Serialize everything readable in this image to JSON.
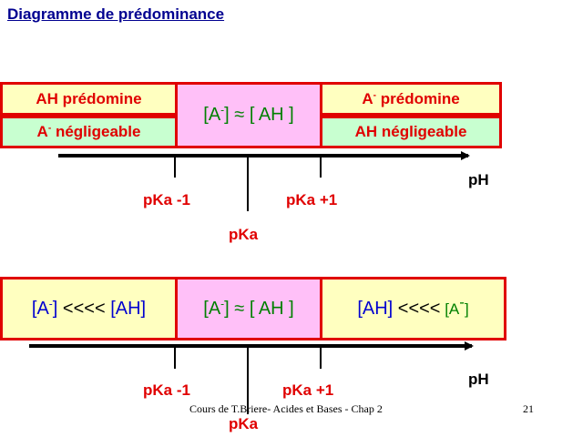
{
  "title": "Diagramme de prédominance",
  "diagram1": {
    "left_top": "AH prédomine",
    "left_bottom_prefix": "A",
    "left_bottom_sup": "-",
    "left_bottom_suffix": " négligeable",
    "center_left": "[A",
    "center_sup": "-",
    "center_right": "] ≈ [ AH ]",
    "right_top_prefix": "A",
    "right_top_sup": "-",
    "right_top_suffix": " prédomine",
    "right_bottom": "AH négligeable",
    "tick_left": "pKa -1",
    "tick_center": "pKa",
    "tick_right": "pKa +1",
    "axis": "pH"
  },
  "diagram2": {
    "left_a": "[A",
    "left_sup": "-",
    "left_b": "] ",
    "left_c": "<<<<",
    "left_d": " [AH]",
    "center_left": "[A",
    "center_sup": "-",
    "center_right": "] ≈ [ AH ]",
    "right_a": "[AH] ",
    "right_b": "<<<<",
    "right_c": " [A",
    "right_sup": "-",
    "right_d": "]",
    "tick_left": "pKa -1",
    "tick_center": "pKa",
    "tick_right": "pKa +1",
    "axis": "pH"
  },
  "footer": "Cours de T.Briere- Acides et Bases - Chap 2",
  "page_number": "21",
  "colors": {
    "red": "#e00000",
    "green": "#008000",
    "blue": "#0000d0",
    "navy": "#000090"
  }
}
